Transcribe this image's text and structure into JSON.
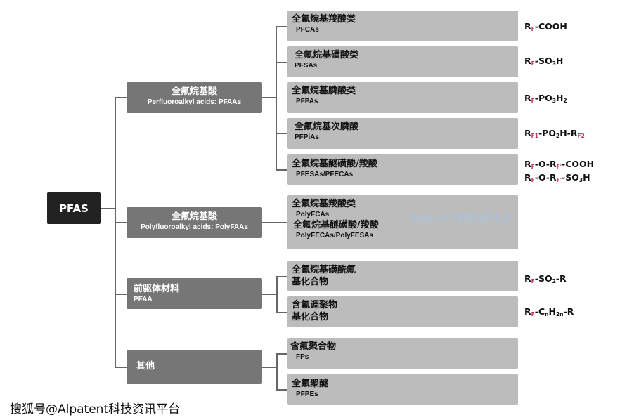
{
  "root": {
    "label": "PFAS"
  },
  "categories": [
    {
      "zh": "全氟烷基酸",
      "en": "Perfluoroalkyl acids: PFAAs"
    },
    {
      "zh": "全氟烷基酸",
      "en": "Polyfluoroalkyl acids: PolyFAAs"
    },
    {
      "zh": "前驱体材料",
      "en": "PFAA"
    },
    {
      "zh": "其他",
      "en": ""
    }
  ],
  "subclasses": [
    {
      "zh": "全氟烷基羧酸类",
      "en": "PFCAs"
    },
    {
      "zh": "全氟烷基磺酸类",
      "en": "PFSAs"
    },
    {
      "zh": "全氟烷基膦酸类",
      "en": "PFPAs"
    },
    {
      "zh": "全氟烷基次膦酸",
      "en": "PFPiAs"
    },
    {
      "zh": "全氟烷基醚磺酸/羧酸",
      "en": "PFESAs/PFECAs"
    },
    {
      "zh": "全氟烷基羧酸类",
      "en": "PolyFCAs",
      "zh2": "全氟烷基醚磺酸/羧酸",
      "en2": "PolyFECAs/PolyFESAs"
    },
    {
      "zh": "全氟烷基磺酰氟",
      "zh2": "基化合物"
    },
    {
      "zh": "含氟调聚物",
      "zh2": "基化合物"
    },
    {
      "zh": "含氟聚合物",
      "en": "FPs"
    },
    {
      "zh": "全氟聚醚",
      "en": "PFPEs"
    }
  ],
  "formulas": [
    [
      [
        [
          "R",
          ""
        ],
        [
          "F",
          "red"
        ],
        [
          "-COOH",
          ""
        ]
      ]
    ],
    [
      [
        [
          "R",
          ""
        ],
        [
          "F",
          "red"
        ],
        [
          "-SO",
          ""
        ],
        [
          "3",
          "sub"
        ],
        [
          "H",
          ""
        ]
      ]
    ],
    [
      [
        [
          "R",
          ""
        ],
        [
          "F",
          "red"
        ],
        [
          "-PO",
          ""
        ],
        [
          "3",
          "sub"
        ],
        [
          "H",
          ""
        ],
        [
          "2",
          "sub"
        ]
      ]
    ],
    [
      [
        [
          "R",
          ""
        ],
        [
          "F1",
          "red"
        ],
        [
          "-PO",
          ""
        ],
        [
          "2",
          "sub"
        ],
        [
          "H-R",
          ""
        ],
        [
          "F2",
          "red"
        ]
      ]
    ],
    [
      [
        [
          "R",
          ""
        ],
        [
          "F",
          "red"
        ],
        [
          "-O-R",
          ""
        ],
        [
          "F'",
          "red"
        ],
        [
          "-COOH",
          ""
        ]
      ],
      [
        [
          "R",
          ""
        ],
        [
          "F",
          "red"
        ],
        [
          "-O-R",
          ""
        ],
        [
          "F'",
          "red"
        ],
        [
          "-SO",
          ""
        ],
        [
          "3",
          "sub"
        ],
        [
          "H",
          ""
        ]
      ]
    ],
    [
      [
        [
          "R",
          ""
        ],
        [
          "F",
          "red"
        ],
        [
          "-SO",
          ""
        ],
        [
          "2",
          "sub"
        ],
        [
          "-R",
          ""
        ]
      ]
    ],
    [
      [
        [
          "R",
          ""
        ],
        [
          "F",
          "red"
        ],
        [
          "-C",
          ""
        ],
        [
          "n",
          "sub"
        ],
        [
          "H",
          ""
        ],
        [
          "2n",
          "sub"
        ],
        [
          "-R",
          ""
        ]
      ]
    ]
  ],
  "watermark": {
    "center": "Alpatent科技资讯平台",
    "corner": "搜狐号@Alpatent科技资讯平台"
  },
  "colors": {
    "root": "#222222",
    "category": "#767676",
    "subclass": "#bcbcbc",
    "subscript": "#c0306a"
  }
}
